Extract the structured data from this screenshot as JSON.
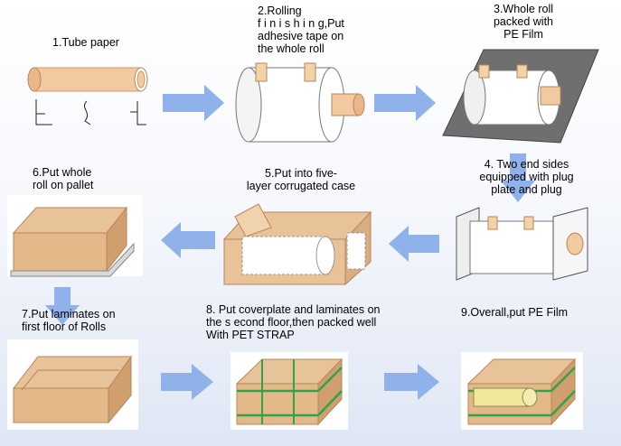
{
  "steps": [
    {
      "number": "1",
      "lines": [
        "1.Tube paper"
      ]
    },
    {
      "number": "2",
      "lines": [
        "2.Rolling",
        "f i n i s h i n g,Put",
        "adhesive tape on",
        "the whole roll"
      ]
    },
    {
      "number": "3",
      "lines": [
        "3.Whole roll",
        "packed with",
        "PE Film"
      ]
    },
    {
      "number": "4",
      "lines": [
        "4. Two end sides",
        "equipped with plug",
        "plate and plug"
      ]
    },
    {
      "number": "5",
      "lines": [
        "5.Put into five-",
        "layer corrugated case"
      ]
    },
    {
      "number": "6",
      "lines": [
        "6.Put whole",
        "roll on pallet"
      ]
    },
    {
      "number": "7",
      "lines": [
        "7.Put laminates on",
        "first floor of Rolls"
      ]
    },
    {
      "number": "8",
      "lines": [
        "8. Put coverplate and laminates on",
        "the s econd floor,then packed well",
        "With PET STRAP"
      ]
    },
    {
      "number": "9",
      "lines": [
        "9.Overall,put PE Film"
      ]
    }
  ],
  "colors": {
    "arrow": "#8fb2ea",
    "cardboard": "#e8c39a",
    "cardboard_dark": "#c99c6a",
    "tape": "#f2d3a8",
    "tape_edge": "#b8865a",
    "film": "#6f6f6f",
    "strap": "#2fa34a",
    "roll": "#ffffff",
    "tube": "#f3c9a1",
    "pallet": "#d9d9d9"
  }
}
